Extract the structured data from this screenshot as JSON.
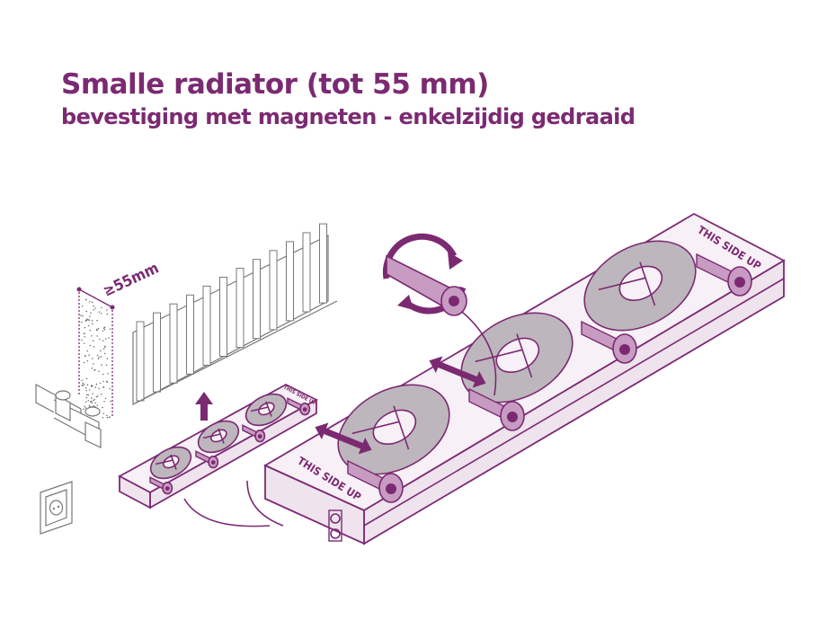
{
  "header": {
    "title": "Smalle radiator (tot 55 mm)",
    "subtitle": "bevestiging met magneten - enkelzijdig gedraaid"
  },
  "illustration": {
    "dimension_label": "≥55mm",
    "unit_label": "THIS SIDE UP",
    "accent_color": "#7b2a72",
    "icons": [
      "radiator",
      "pipe-valve",
      "wall-socket",
      "fan-unit-small",
      "fan-unit-large",
      "rotate-arrow",
      "double-arrow",
      "up-arrow",
      "magnet-bar"
    ]
  }
}
